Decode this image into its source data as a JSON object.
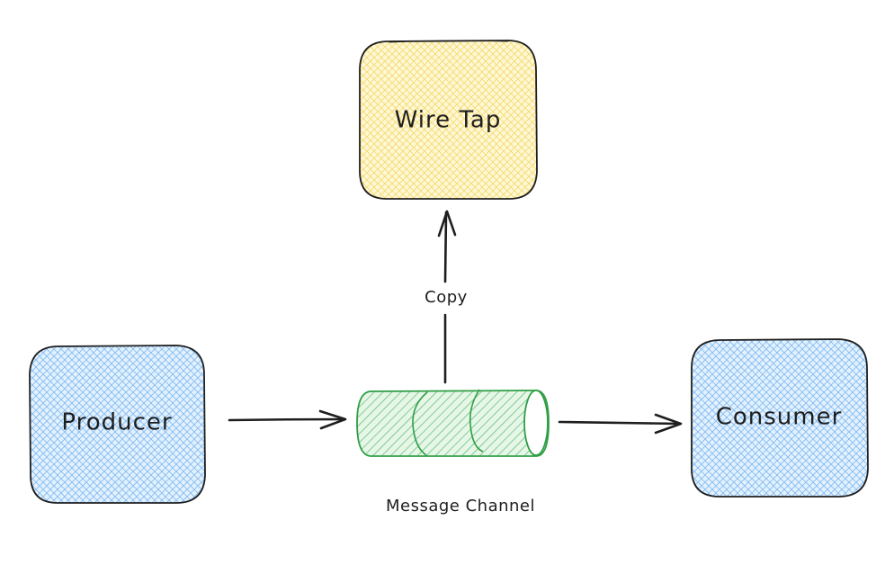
{
  "diagram": {
    "title": "Wire Tap pattern",
    "nodes": {
      "wire_tap": {
        "label": "Wire Tap",
        "fill": "#ffec99",
        "hatch": "#f8d86a",
        "stroke": "#1e1e1e"
      },
      "producer": {
        "label": "Producer",
        "fill": "#a5d8ff",
        "hatch": "#74b9f0",
        "stroke": "#1e1e1e"
      },
      "consumer": {
        "label": "Consumer",
        "fill": "#a5d8ff",
        "hatch": "#74b9f0",
        "stroke": "#1e1e1e"
      },
      "channel": {
        "label": "Message Channel",
        "fill": "#b2f2bb",
        "hatch": "#2f9e44",
        "stroke": "#2f9e44"
      }
    },
    "edges": [
      {
        "from": "producer",
        "to": "channel",
        "label": ""
      },
      {
        "from": "channel",
        "to": "consumer",
        "label": ""
      },
      {
        "from": "channel",
        "to": "wire_tap",
        "label": "Copy"
      }
    ],
    "edge_color": "#1e1e1e"
  }
}
